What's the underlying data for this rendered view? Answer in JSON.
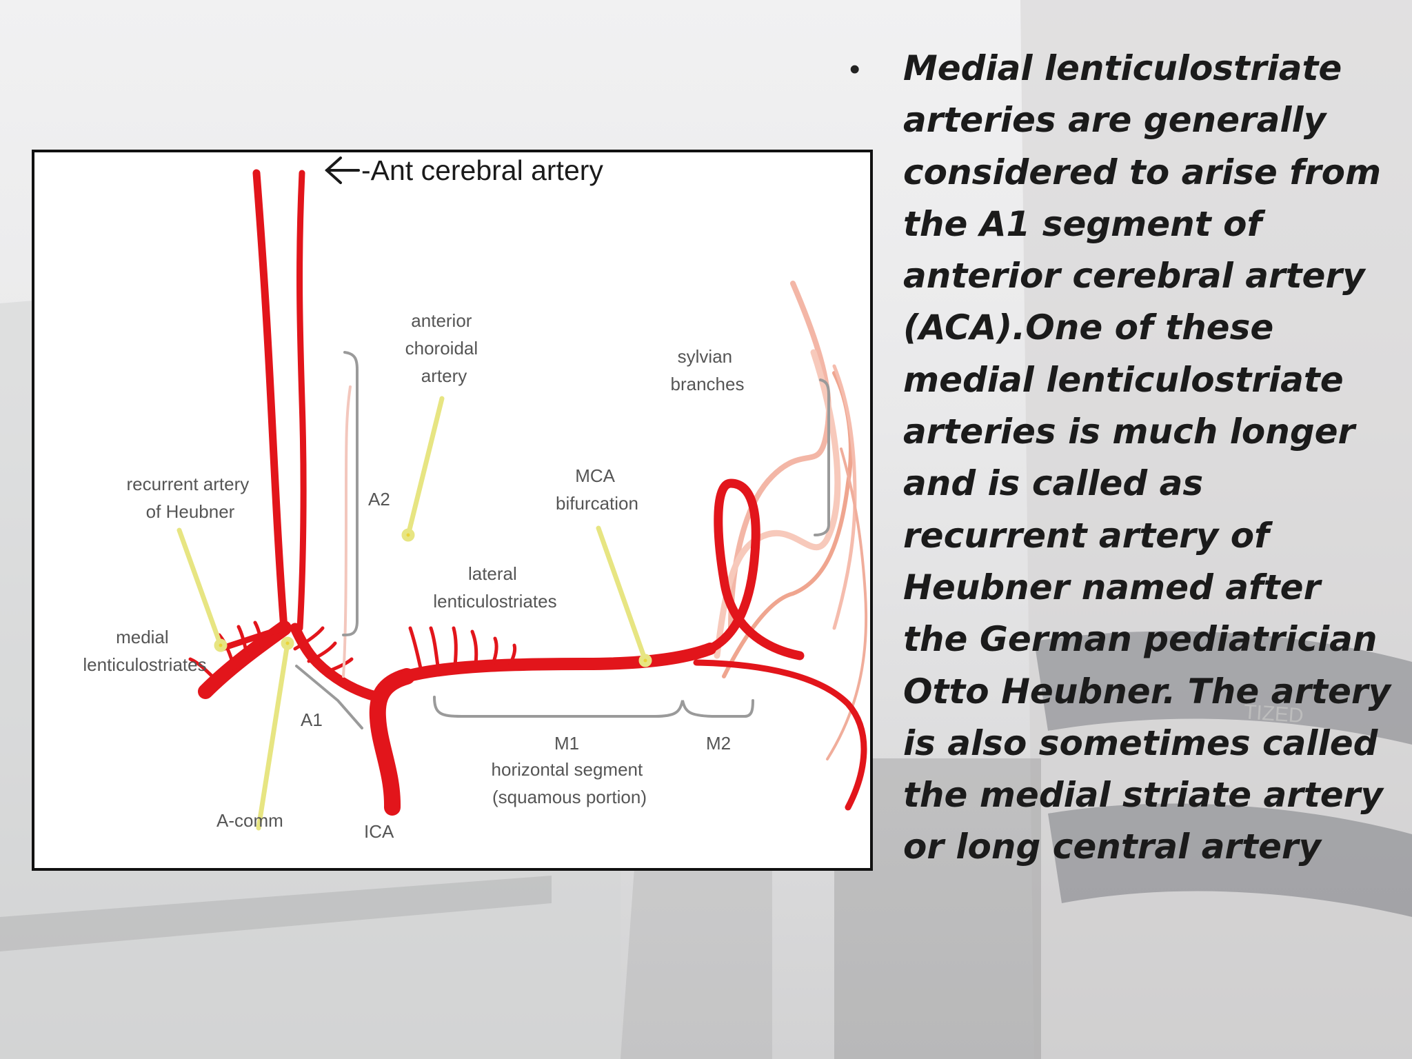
{
  "diagram": {
    "title": "-Ant cerebral artery",
    "labels": {
      "anterior_choroidal": [
        "anterior",
        "choroidal",
        "artery"
      ],
      "sylvian": [
        "sylvian",
        "branches"
      ],
      "recurrent": [
        "recurrent artery",
        "of Heubner"
      ],
      "a2": "A2",
      "mca": [
        "MCA",
        "bifurcation"
      ],
      "lateral": [
        "lateral",
        "lenticulostriates"
      ],
      "medial": [
        "medial",
        "lenticulostriates"
      ],
      "a1": "A1",
      "m1": "M1",
      "m2": "M2",
      "horizontal": [
        "horizontal segment",
        "(squamous portion)"
      ],
      "acomm": "A-comm",
      "ica": "ICA"
    },
    "watermark": "TIZED"
  },
  "text": {
    "bullet": "•",
    "body": "Medial lenticulostriate arteries are generally considered to arise from the A1 segment of anterior cerebral artery (ACA).One of these medial lenticulostriate arteries is much longer and is called as recurrent artery of Heubner named after the German pediatrician Otto Heubner. The artery is also sometimes called the medial striate artery or long central artery"
  },
  "colors": {
    "artery": "#e2151b",
    "artery_light": "#f2b3a4",
    "pointer": "#e7e582",
    "frame": "#111111"
  }
}
